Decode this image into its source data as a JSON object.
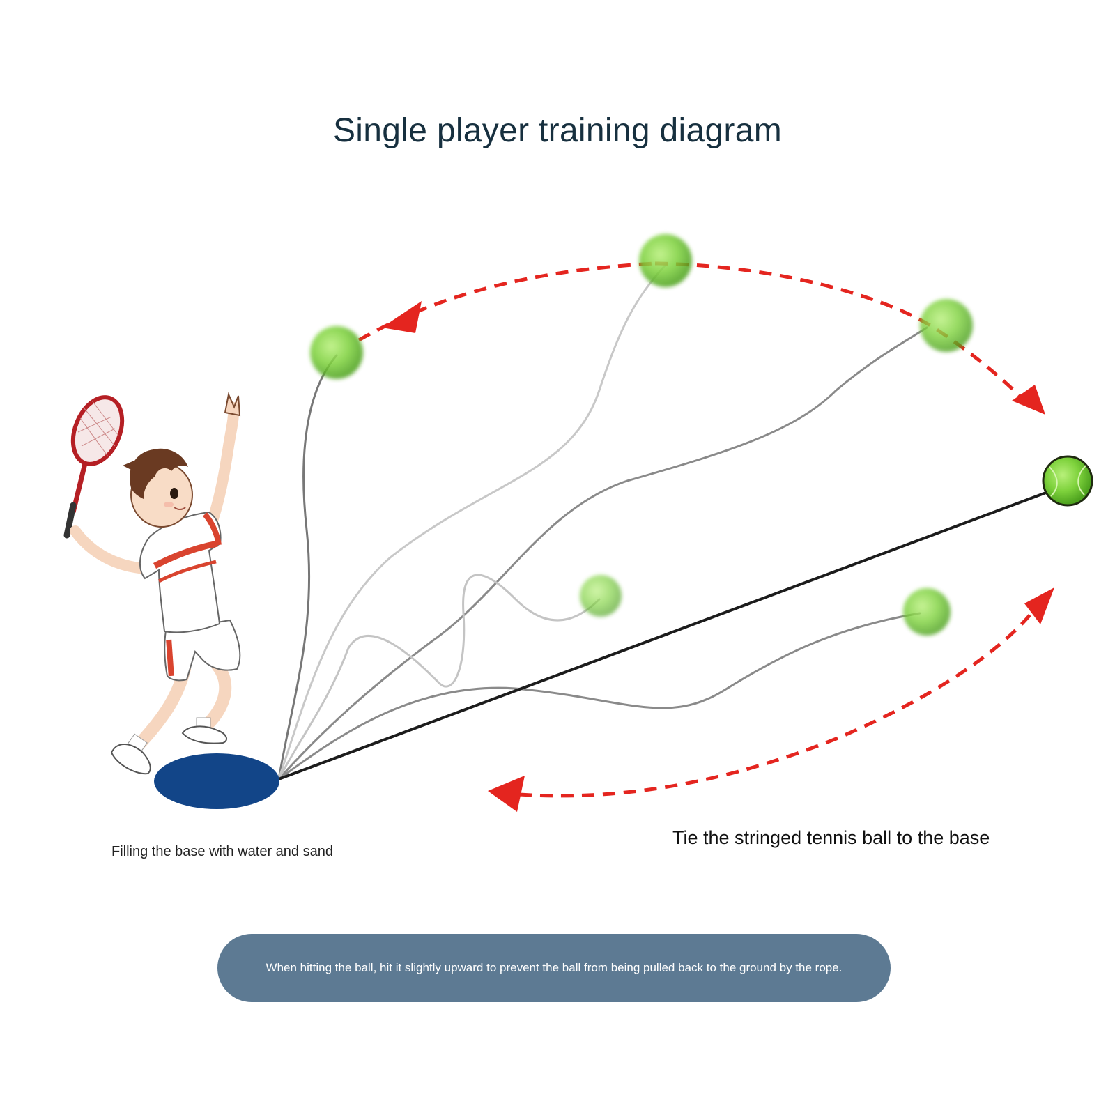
{
  "title": "Single player training diagram",
  "caption_left": "Filling the base with water and sand",
  "caption_right": "Tie the stringed tennis ball to the base",
  "tip": "When hitting the ball, hit it slightly upward to prevent the ball from being pulled back to the ground by the rope.",
  "colors": {
    "arrow": "#e4251f",
    "base": "#124588",
    "ball": "#7ed23c",
    "banner": "#5d7a93",
    "rope": "#222222"
  },
  "icons": [
    "tennis-player-icon",
    "tennis-racket-icon",
    "tennis-ball-icon",
    "base-disc-icon",
    "direction-arrow-icon"
  ]
}
